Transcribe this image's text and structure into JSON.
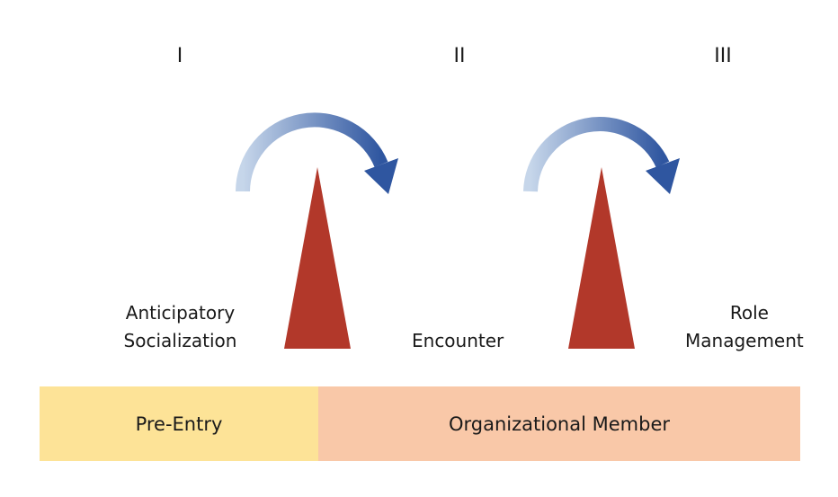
{
  "numerals": [
    "I",
    "II",
    "III"
  ],
  "stages": {
    "anticipatory": [
      "Anticipatory",
      "Socialization"
    ],
    "encounter": "Encounter",
    "role_management": [
      "Role",
      "Management"
    ]
  },
  "bands": {
    "pre_entry": "Pre-Entry",
    "organizational_member": "Organizational Member"
  },
  "colors": {
    "triangle": "#b2382a",
    "arrow_dark": "#2f56a0",
    "arrow_light": "#c6d6ea",
    "band_pre_entry": "#fde397",
    "band_member": "#f9c8a8"
  }
}
